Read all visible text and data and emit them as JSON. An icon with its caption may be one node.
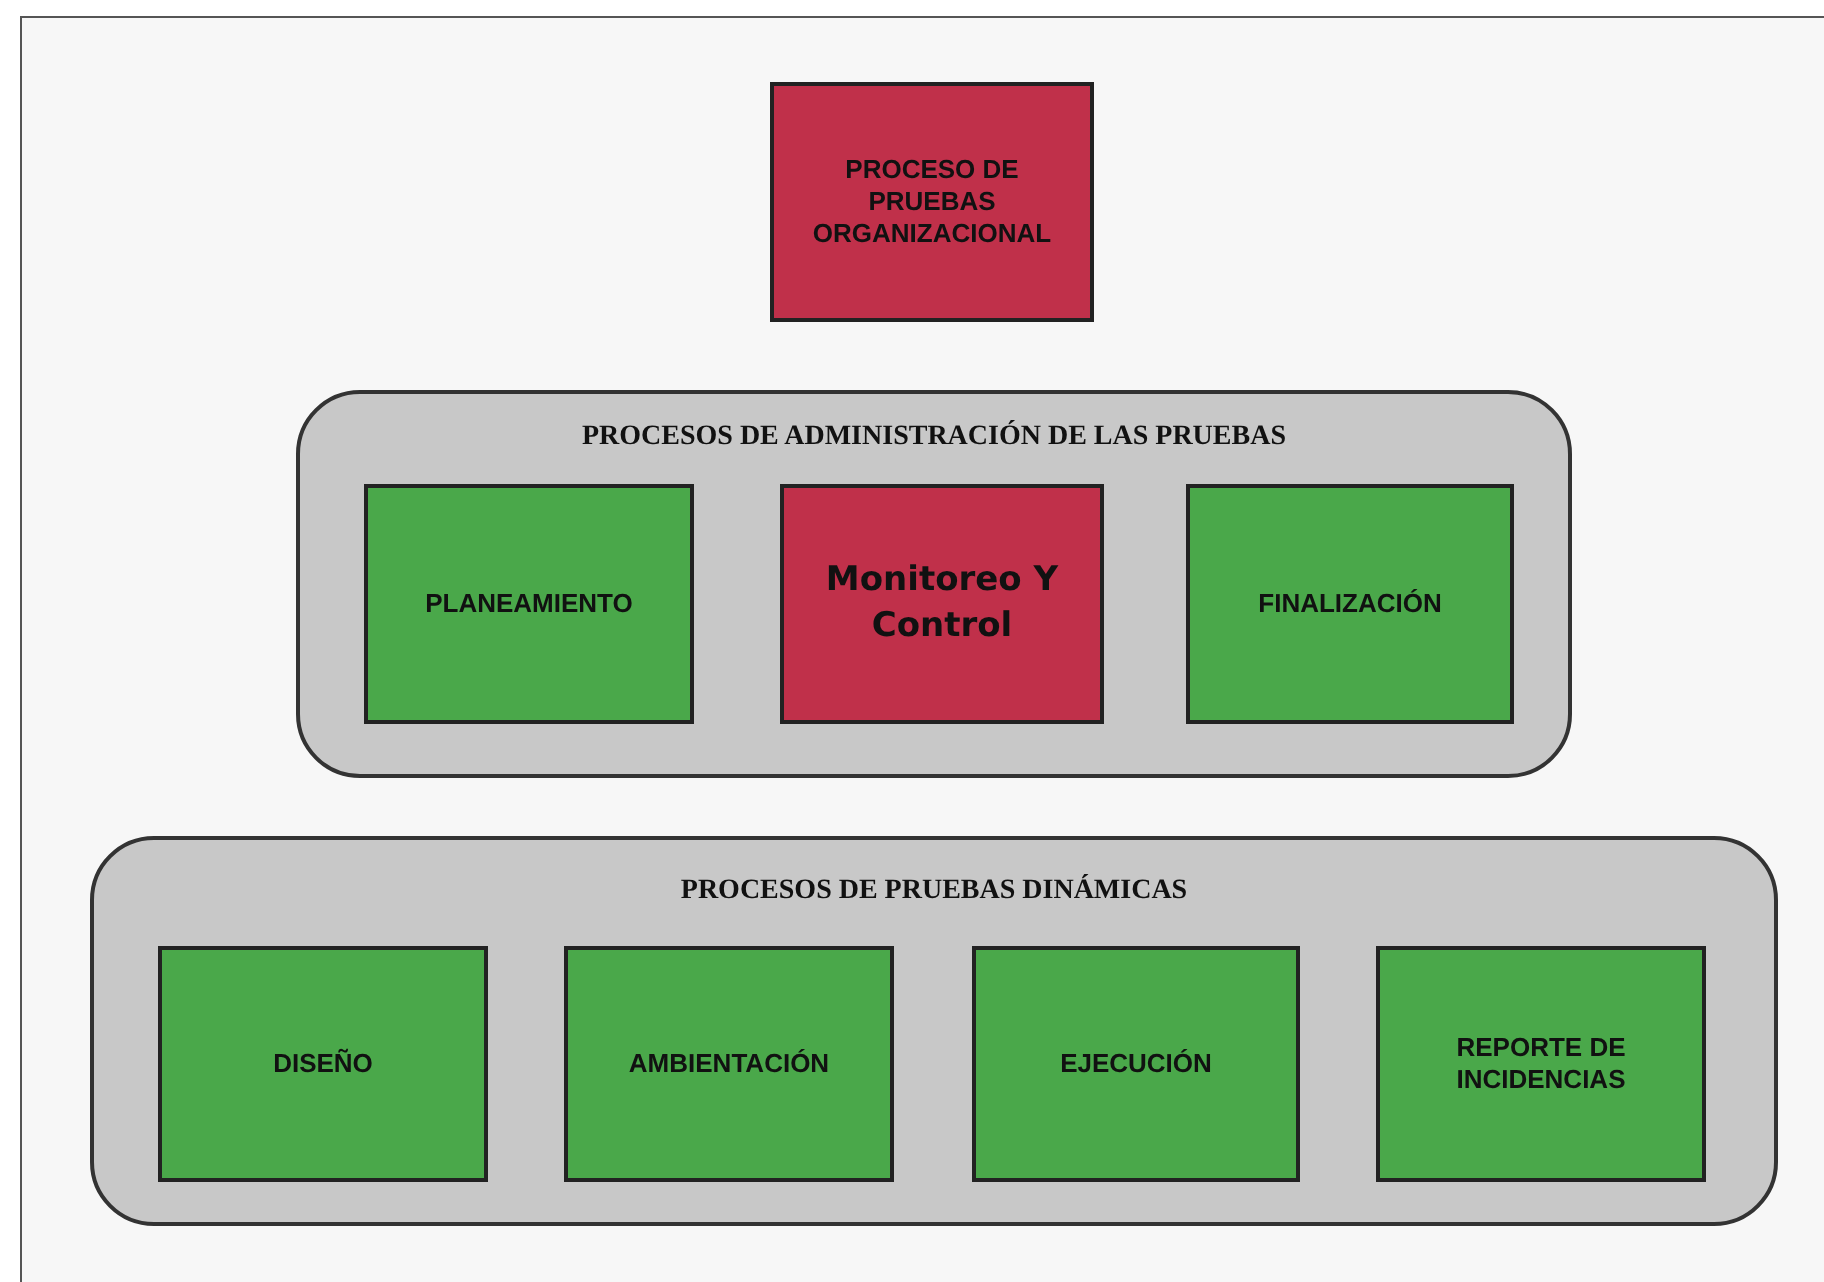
{
  "diagram": {
    "nodes": [
      {
        "text": [
          "PROCESO DE PRUEBAS ORGANIZACIONAL"
        ]
      },
      {
        "text": [
          "PROCESOS DE ADMINISTRACIÓN DE LAS PRUEBAS"
        ]
      },
      {
        "text": [
          "PLANEAMIENTO"
        ],
        "in": 1
      },
      {
        "text": [
          "Monitoreo Y Control"
        ],
        "in": 1
      },
      {
        "text": [
          "FINALIZACIÓN"
        ],
        "in": 1
      },
      {
        "text": [
          "PROCESOS DE PRUEBAS DINÁMICAS"
        ]
      },
      {
        "text": [
          "DISEÑO"
        ],
        "in": 5
      },
      {
        "text": [
          "AMBIENTACIÓN"
        ],
        "in": 5
      },
      {
        "text": [
          "EJECUCIÓN"
        ],
        "in": 5
      },
      {
        "text": [
          "REPORTE DE INCIDENCIAS"
        ],
        "in": 5
      }
    ]
  }
}
